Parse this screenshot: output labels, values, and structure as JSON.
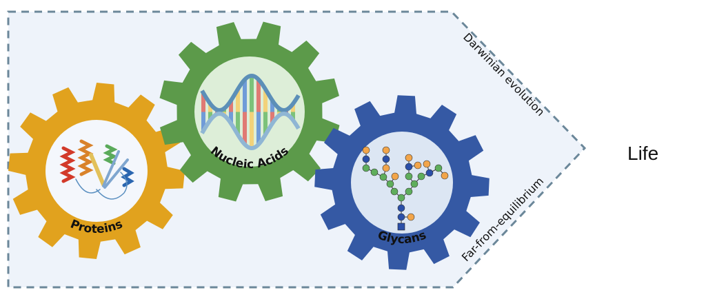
{
  "gears": [
    {
      "label": "Proteins",
      "color": "#E1A21E",
      "hole": "#F4F7FC"
    },
    {
      "label": "Nucleic Acids",
      "color": "#5C9A4A",
      "hole": "#DDEED8"
    },
    {
      "label": "Glycans",
      "color": "#3559A4",
      "hole": "#DCE6F3"
    }
  ],
  "arrow": {
    "top_label": "Darwinian evolution",
    "bottom_label": "Far-from-equilibrium",
    "border_color": "#6B8799",
    "fill": "#EEF3FA"
  },
  "result": {
    "label": "Life"
  },
  "glycan_colors": {
    "green": "#5FAE5C",
    "blue": "#2B4FA8",
    "orange": "#F2A54A"
  }
}
